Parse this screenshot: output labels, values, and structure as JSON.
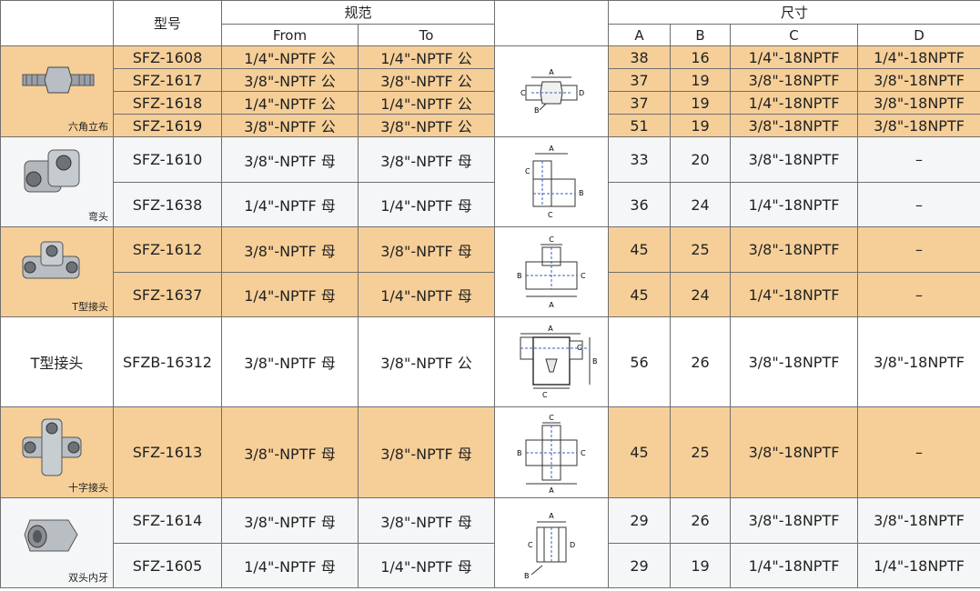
{
  "header": {
    "model": "型号",
    "spec": "规范",
    "from": "From",
    "to": "To",
    "dims": "尺寸",
    "a": "A",
    "b": "B",
    "c": "C",
    "d": "D"
  },
  "groups": {
    "hex": {
      "label": "六角立布",
      "rows": [
        {
          "model": "SFZ-1608",
          "from": "1/4\"-NPTF 公",
          "to": "1/4\"-NPTF 公",
          "a": "38",
          "b": "16",
          "c": "1/4\"-18NPTF",
          "d": "1/4\"-18NPTF"
        },
        {
          "model": "SFZ-1617",
          "from": "3/8\"-NPTF 公",
          "to": "3/8\"-NPTF 公",
          "a": "37",
          "b": "19",
          "c": "3/8\"-18NPTF",
          "d": "3/8\"-18NPTF"
        },
        {
          "model": "SFZ-1618",
          "from": "1/4\"-NPTF 公",
          "to": "1/4\"-NPTF 公",
          "a": "37",
          "b": "19",
          "c": "1/4\"-18NPTF",
          "d": "3/8\"-18NPTF"
        },
        {
          "model": "SFZ-1619",
          "from": "3/8\"-NPTF 公",
          "to": "3/8\"-NPTF 公",
          "a": "51",
          "b": "19",
          "c": "3/8\"-18NPTF",
          "d": "3/8\"-18NPTF"
        }
      ]
    },
    "elbow": {
      "label": "弯头",
      "rows": [
        {
          "model": "SFZ-1610",
          "from": "3/8\"-NPTF 母",
          "to": "3/8\"-NPTF 母",
          "a": "33",
          "b": "20",
          "c": "3/8\"-18NPTF",
          "d": "–"
        },
        {
          "model": "SFZ-1638",
          "from": "1/4\"-NPTF 母",
          "to": "1/4\"-NPTF 母",
          "a": "36",
          "b": "24",
          "c": "1/4\"-18NPTF",
          "d": "–"
        }
      ]
    },
    "tee": {
      "label": "T型接头",
      "rows": [
        {
          "model": "SFZ-1612",
          "from": "3/8\"-NPTF 母",
          "to": "3/8\"-NPTF 母",
          "a": "45",
          "b": "25",
          "c": "3/8\"-18NPTF",
          "d": "–"
        },
        {
          "model": "SFZ-1637",
          "from": "1/4\"-NPTF 母",
          "to": "1/4\"-NPTF 母",
          "a": "45",
          "b": "24",
          "c": "1/4\"-18NPTF",
          "d": "–"
        }
      ]
    },
    "tee2": {
      "label": "T型接头",
      "rows": [
        {
          "model": "SFZB-16312",
          "from": "3/8\"-NPTF 母",
          "to": "3/8\"-NPTF 公",
          "a": "56",
          "b": "26",
          "c": "3/8\"-18NPTF",
          "d": "3/8\"-18NPTF"
        }
      ]
    },
    "cross": {
      "label": "十字接头",
      "rows": [
        {
          "model": "SFZ-1613",
          "from": "3/8\"-NPTF 母",
          "to": "3/8\"-NPTF 母",
          "a": "45",
          "b": "25",
          "c": "3/8\"-18NPTF",
          "d": "–"
        }
      ]
    },
    "coupling": {
      "label": "双头内牙",
      "rows": [
        {
          "model": "SFZ-1614",
          "from": "3/8\"-NPTF 母",
          "to": "3/8\"-NPTF 母",
          "a": "29",
          "b": "26",
          "c": "3/8\"-18NPTF",
          "d": "3/8\"-18NPTF"
        },
        {
          "model": "SFZ-1605",
          "from": "1/4\"-NPTF 母",
          "to": "1/4\"-NPTF 母",
          "a": "29",
          "b": "19",
          "c": "1/4\"-18NPTF",
          "d": "1/4\"-18NPTF"
        }
      ]
    }
  },
  "diagram_letters": {
    "a": "A",
    "b": "B",
    "c": "C",
    "d": "D"
  },
  "colors": {
    "orange": "#f6cf98",
    "light": "#f5f6f7",
    "border": "#6f6f6f"
  }
}
